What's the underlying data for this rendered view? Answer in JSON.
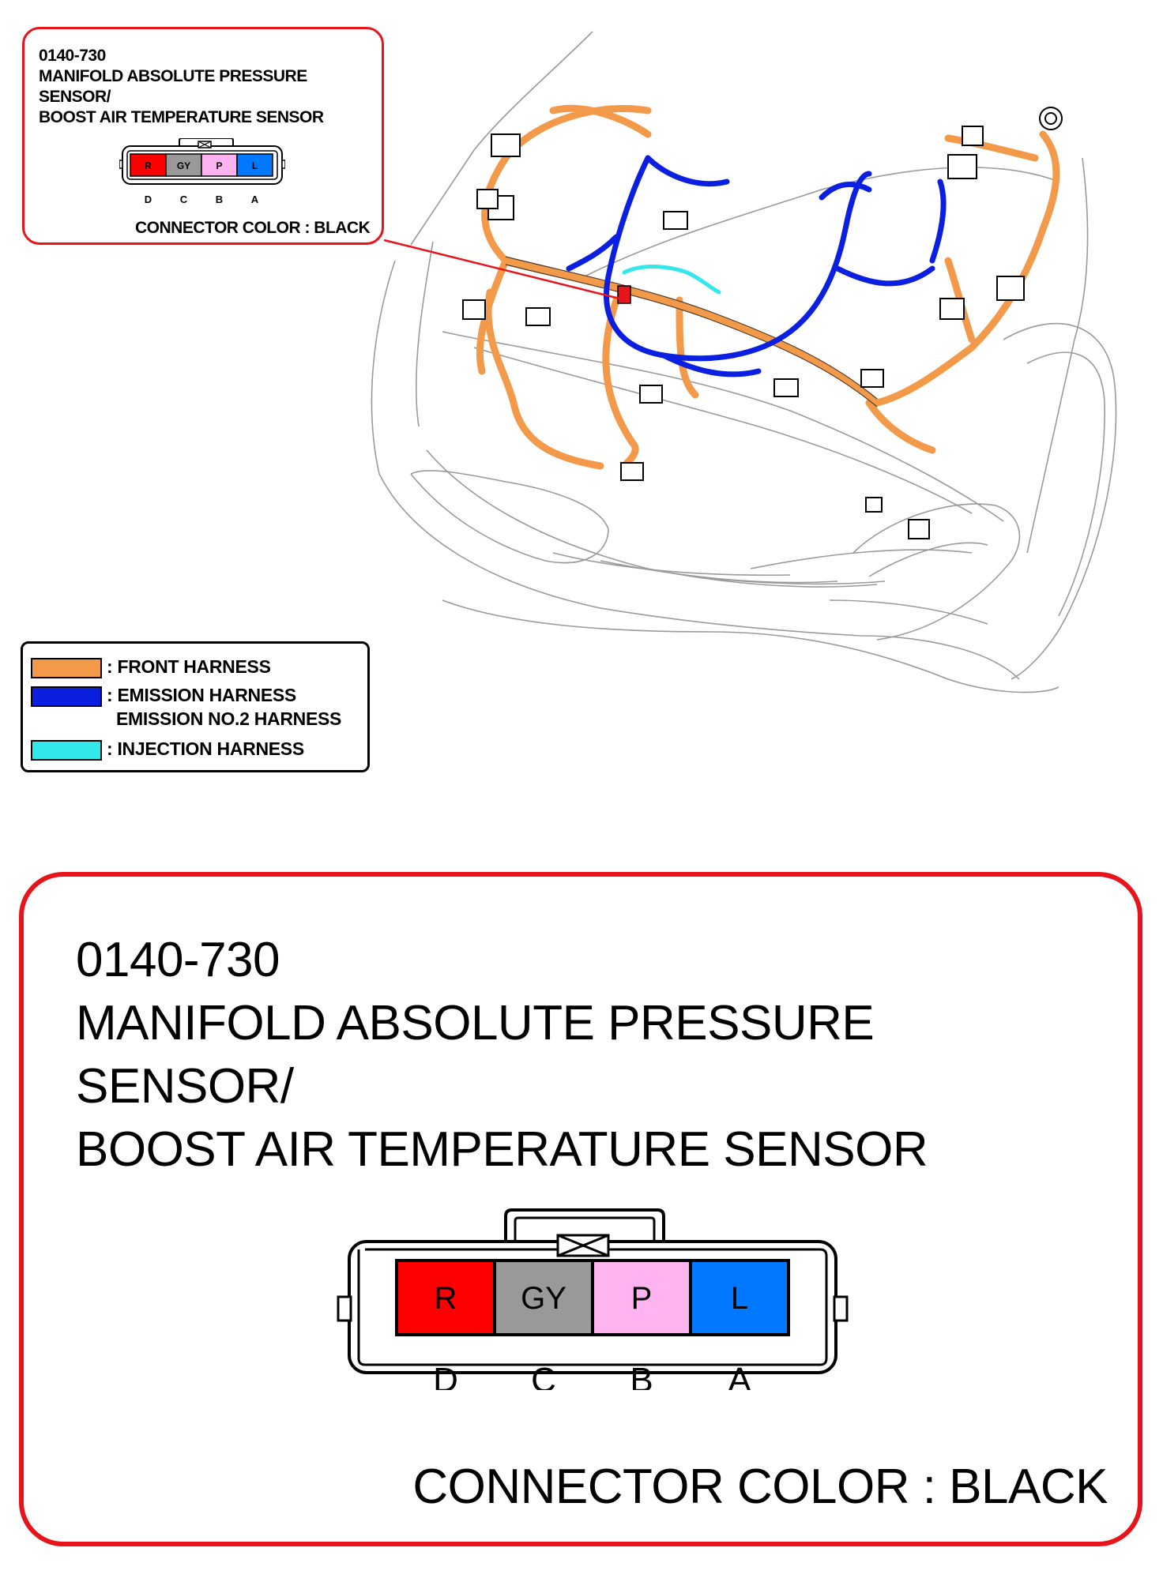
{
  "callout": {
    "code": "0140-730",
    "name_line1": "MANIFOLD ABSOLUTE PRESSURE",
    "name_line2": "SENSOR/",
    "name_line3": "BOOST AIR TEMPERATURE SENSOR",
    "connector_color": "CONNECTOR COLOR : BLACK"
  },
  "connector": {
    "pins": [
      {
        "wire": "R",
        "pin": "D",
        "color": "#ff0000"
      },
      {
        "wire": "GY",
        "pin": "C",
        "color": "#999999"
      },
      {
        "wire": "P",
        "pin": "B",
        "color": "#ffb3f0"
      },
      {
        "wire": "L",
        "pin": "A",
        "color": "#0078ff"
      }
    ]
  },
  "legend": {
    "items": [
      {
        "label": ": FRONT HARNESS",
        "color": "#f39a4a"
      },
      {
        "label": ": EMISSION HARNESS",
        "label2": "EMISSION NO.2 HARNESS",
        "color": "#0b1fe0"
      },
      {
        "label": ": INJECTION HARNESS",
        "color": "#33e8ea"
      }
    ]
  },
  "detail": {
    "code": "0140-730",
    "name_line1": "MANIFOLD ABSOLUTE PRESSURE",
    "name_line2": "SENSOR/",
    "name_line3": "BOOST AIR TEMPERATURE SENSOR",
    "connector_color": "CONNECTOR COLOR : BLACK"
  },
  "colors": {
    "accent_red": "#e8141b",
    "front_harness": "#f39a4a",
    "emission_harness": "#0b1fe0",
    "injection_harness": "#33e8ea"
  }
}
